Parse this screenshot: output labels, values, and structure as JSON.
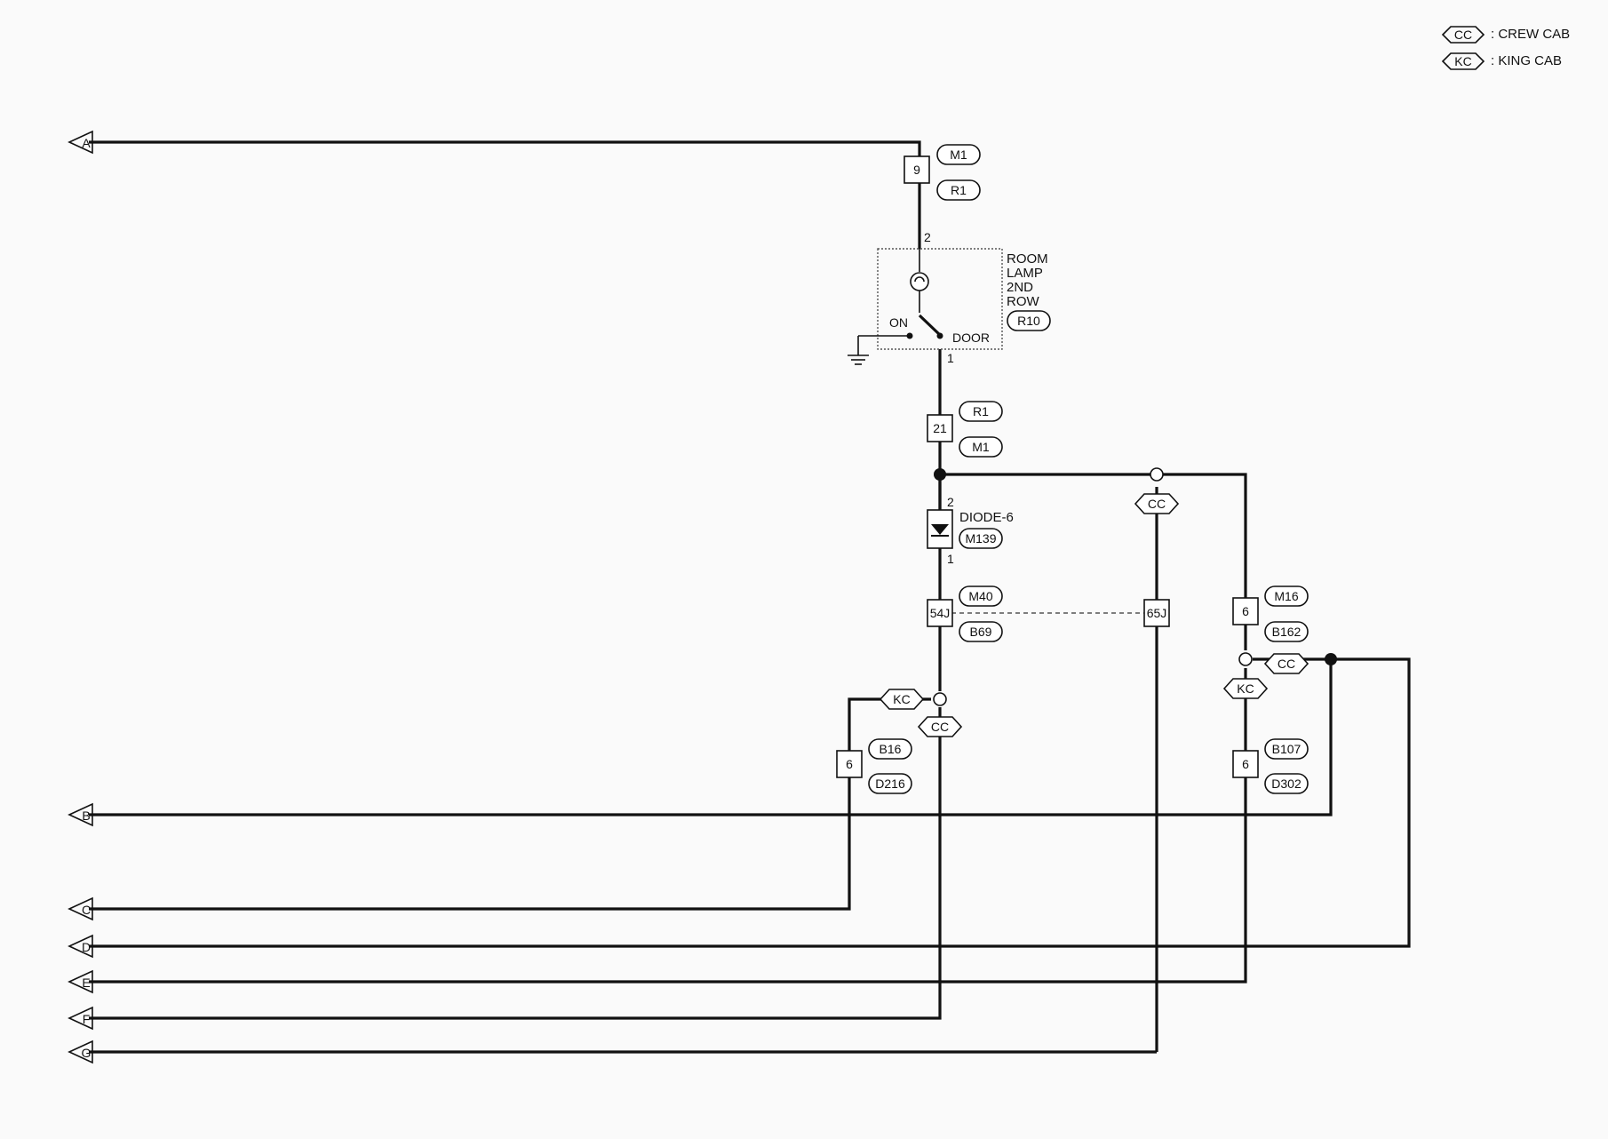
{
  "legend": [
    {
      "code": "CC",
      "text": ": CREW CAB"
    },
    {
      "code": "KC",
      "text": ": KING CAB"
    }
  ],
  "arrows": [
    "A",
    "B",
    "C",
    "D",
    "E",
    "F",
    "G"
  ],
  "connectors": {
    "top": {
      "pin": "9",
      "upper": "M1",
      "lower": "R1"
    },
    "mid": {
      "pin": "21",
      "upper": "R1",
      "lower": "M1"
    },
    "j54": {
      "pin": "54J",
      "upper": "M40",
      "lower": "B69"
    },
    "j65": {
      "pin": "65J"
    },
    "right6": {
      "pin": "6",
      "upper": "M16",
      "lower": "B162"
    },
    "left6": {
      "pin": "6",
      "upper": "B16",
      "lower": "D216"
    },
    "rightlow6": {
      "pin": "6",
      "upper": "B107",
      "lower": "D302"
    }
  },
  "lamp": {
    "name_lines": [
      "ROOM",
      "LAMP",
      "2ND",
      "ROW"
    ],
    "conn": "R10",
    "on": "ON",
    "door": "DOOR",
    "pin_top": "2",
    "pin_bottom": "1"
  },
  "diode": {
    "name": "DIODE-6",
    "conn": "M139",
    "pin_top": "2",
    "pin_bottom": "1"
  },
  "tags": {
    "cc": "CC",
    "kc": "KC"
  }
}
